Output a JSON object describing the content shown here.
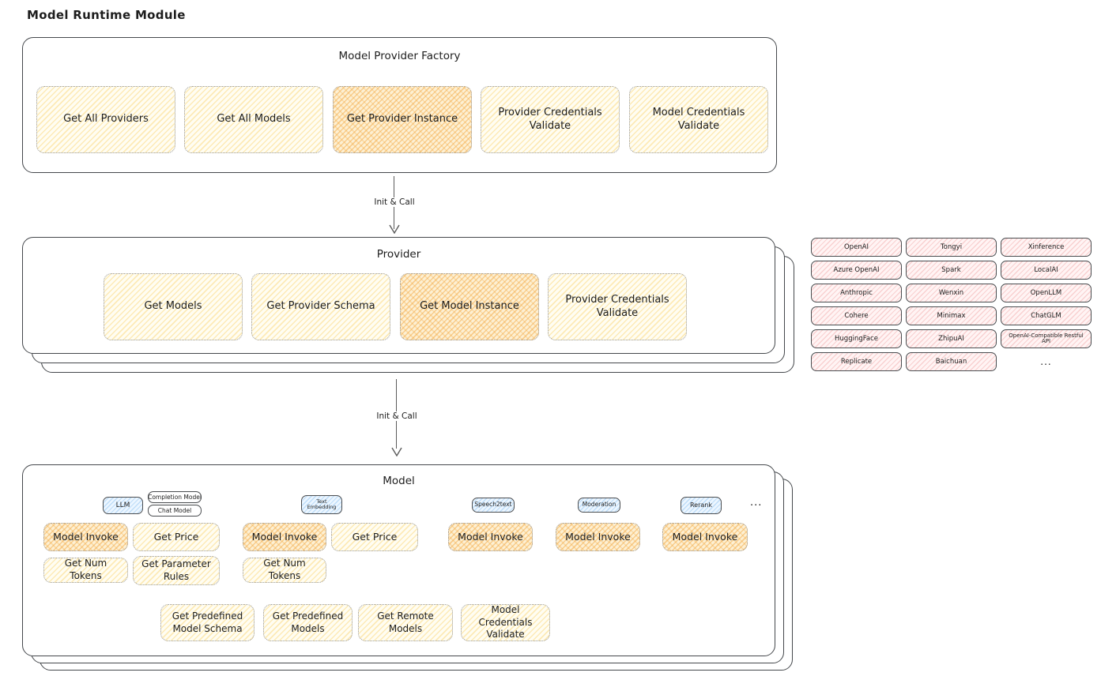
{
  "page_title": "Model Runtime Module",
  "colors": {
    "frame_stroke": "#45484c",
    "yellow_fill": "#fffdf2",
    "yellow_hatch": "#facd5c",
    "orange_fill": "#fdf0d3",
    "orange_hatch": "#f3a63e",
    "pink_fill": "#fff4f4",
    "pink_hatch": "#ef9696",
    "blue_fill": "#ecf6ff",
    "blue_hatch": "#7ebaf0"
  },
  "factory": {
    "title": "Model Provider Factory",
    "boxes": [
      {
        "label": "Get All Providers",
        "highlighted": false
      },
      {
        "label": "Get All Models",
        "highlighted": false
      },
      {
        "label": "Get Provider Instance",
        "highlighted": true
      },
      {
        "label": "Provider Credentials Validate",
        "highlighted": false
      },
      {
        "label": "Model Credentials Validate",
        "highlighted": false
      }
    ]
  },
  "arrows": {
    "factory_to_provider": "Init & Call",
    "provider_to_model": "Init & Call"
  },
  "provider": {
    "title": "Provider",
    "boxes": [
      {
        "label": "Get Models",
        "highlighted": false
      },
      {
        "label": "Get Provider Schema",
        "highlighted": false
      },
      {
        "label": "Get Model Instance",
        "highlighted": true
      },
      {
        "label": "Provider Credentials Validate",
        "highlighted": false
      }
    ]
  },
  "provider_list": {
    "rows": [
      [
        "OpenAI",
        "Tongyi",
        "Xinference"
      ],
      [
        "Azure OpenAI",
        "Spark",
        "LocalAI"
      ],
      [
        "Anthropic",
        "Wenxin",
        "OpenLLM"
      ],
      [
        "Cohere",
        "Minimax",
        "ChatGLM"
      ],
      [
        "HuggingFace",
        "ZhipuAI",
        "OpenAI-Compatible Restful API"
      ],
      [
        "Replicate",
        "Baichuan",
        "..."
      ]
    ]
  },
  "model": {
    "title": "Model",
    "tabs": {
      "llm": "LLM",
      "completion_model": "Completion Model",
      "chat_model": "Chat Model",
      "text_embedding": "Text Embedding",
      "speech2text": "Speech2text",
      "moderation": "Moderation",
      "rerank": "Rerank",
      "ellipsis": "..."
    },
    "llm_group": {
      "model_invoke": "Model Invoke",
      "get_price": "Get Price",
      "get_num_tokens": "Get Num Tokens",
      "get_parameter_rules": "Get Parameter Rules"
    },
    "embedding_group": {
      "model_invoke": "Model Invoke",
      "get_price": "Get Price",
      "get_num_tokens": "Get Num Tokens"
    },
    "speech2text_group": {
      "model_invoke": "Model Invoke"
    },
    "moderation_group": {
      "model_invoke": "Model Invoke"
    },
    "rerank_group": {
      "model_invoke": "Model Invoke"
    },
    "bottom_row": [
      {
        "label": "Get Predefined Model Schema"
      },
      {
        "label": "Get Predefined Models"
      },
      {
        "label": "Get Remote Models"
      },
      {
        "label": "Model Credentials Validate"
      }
    ]
  }
}
